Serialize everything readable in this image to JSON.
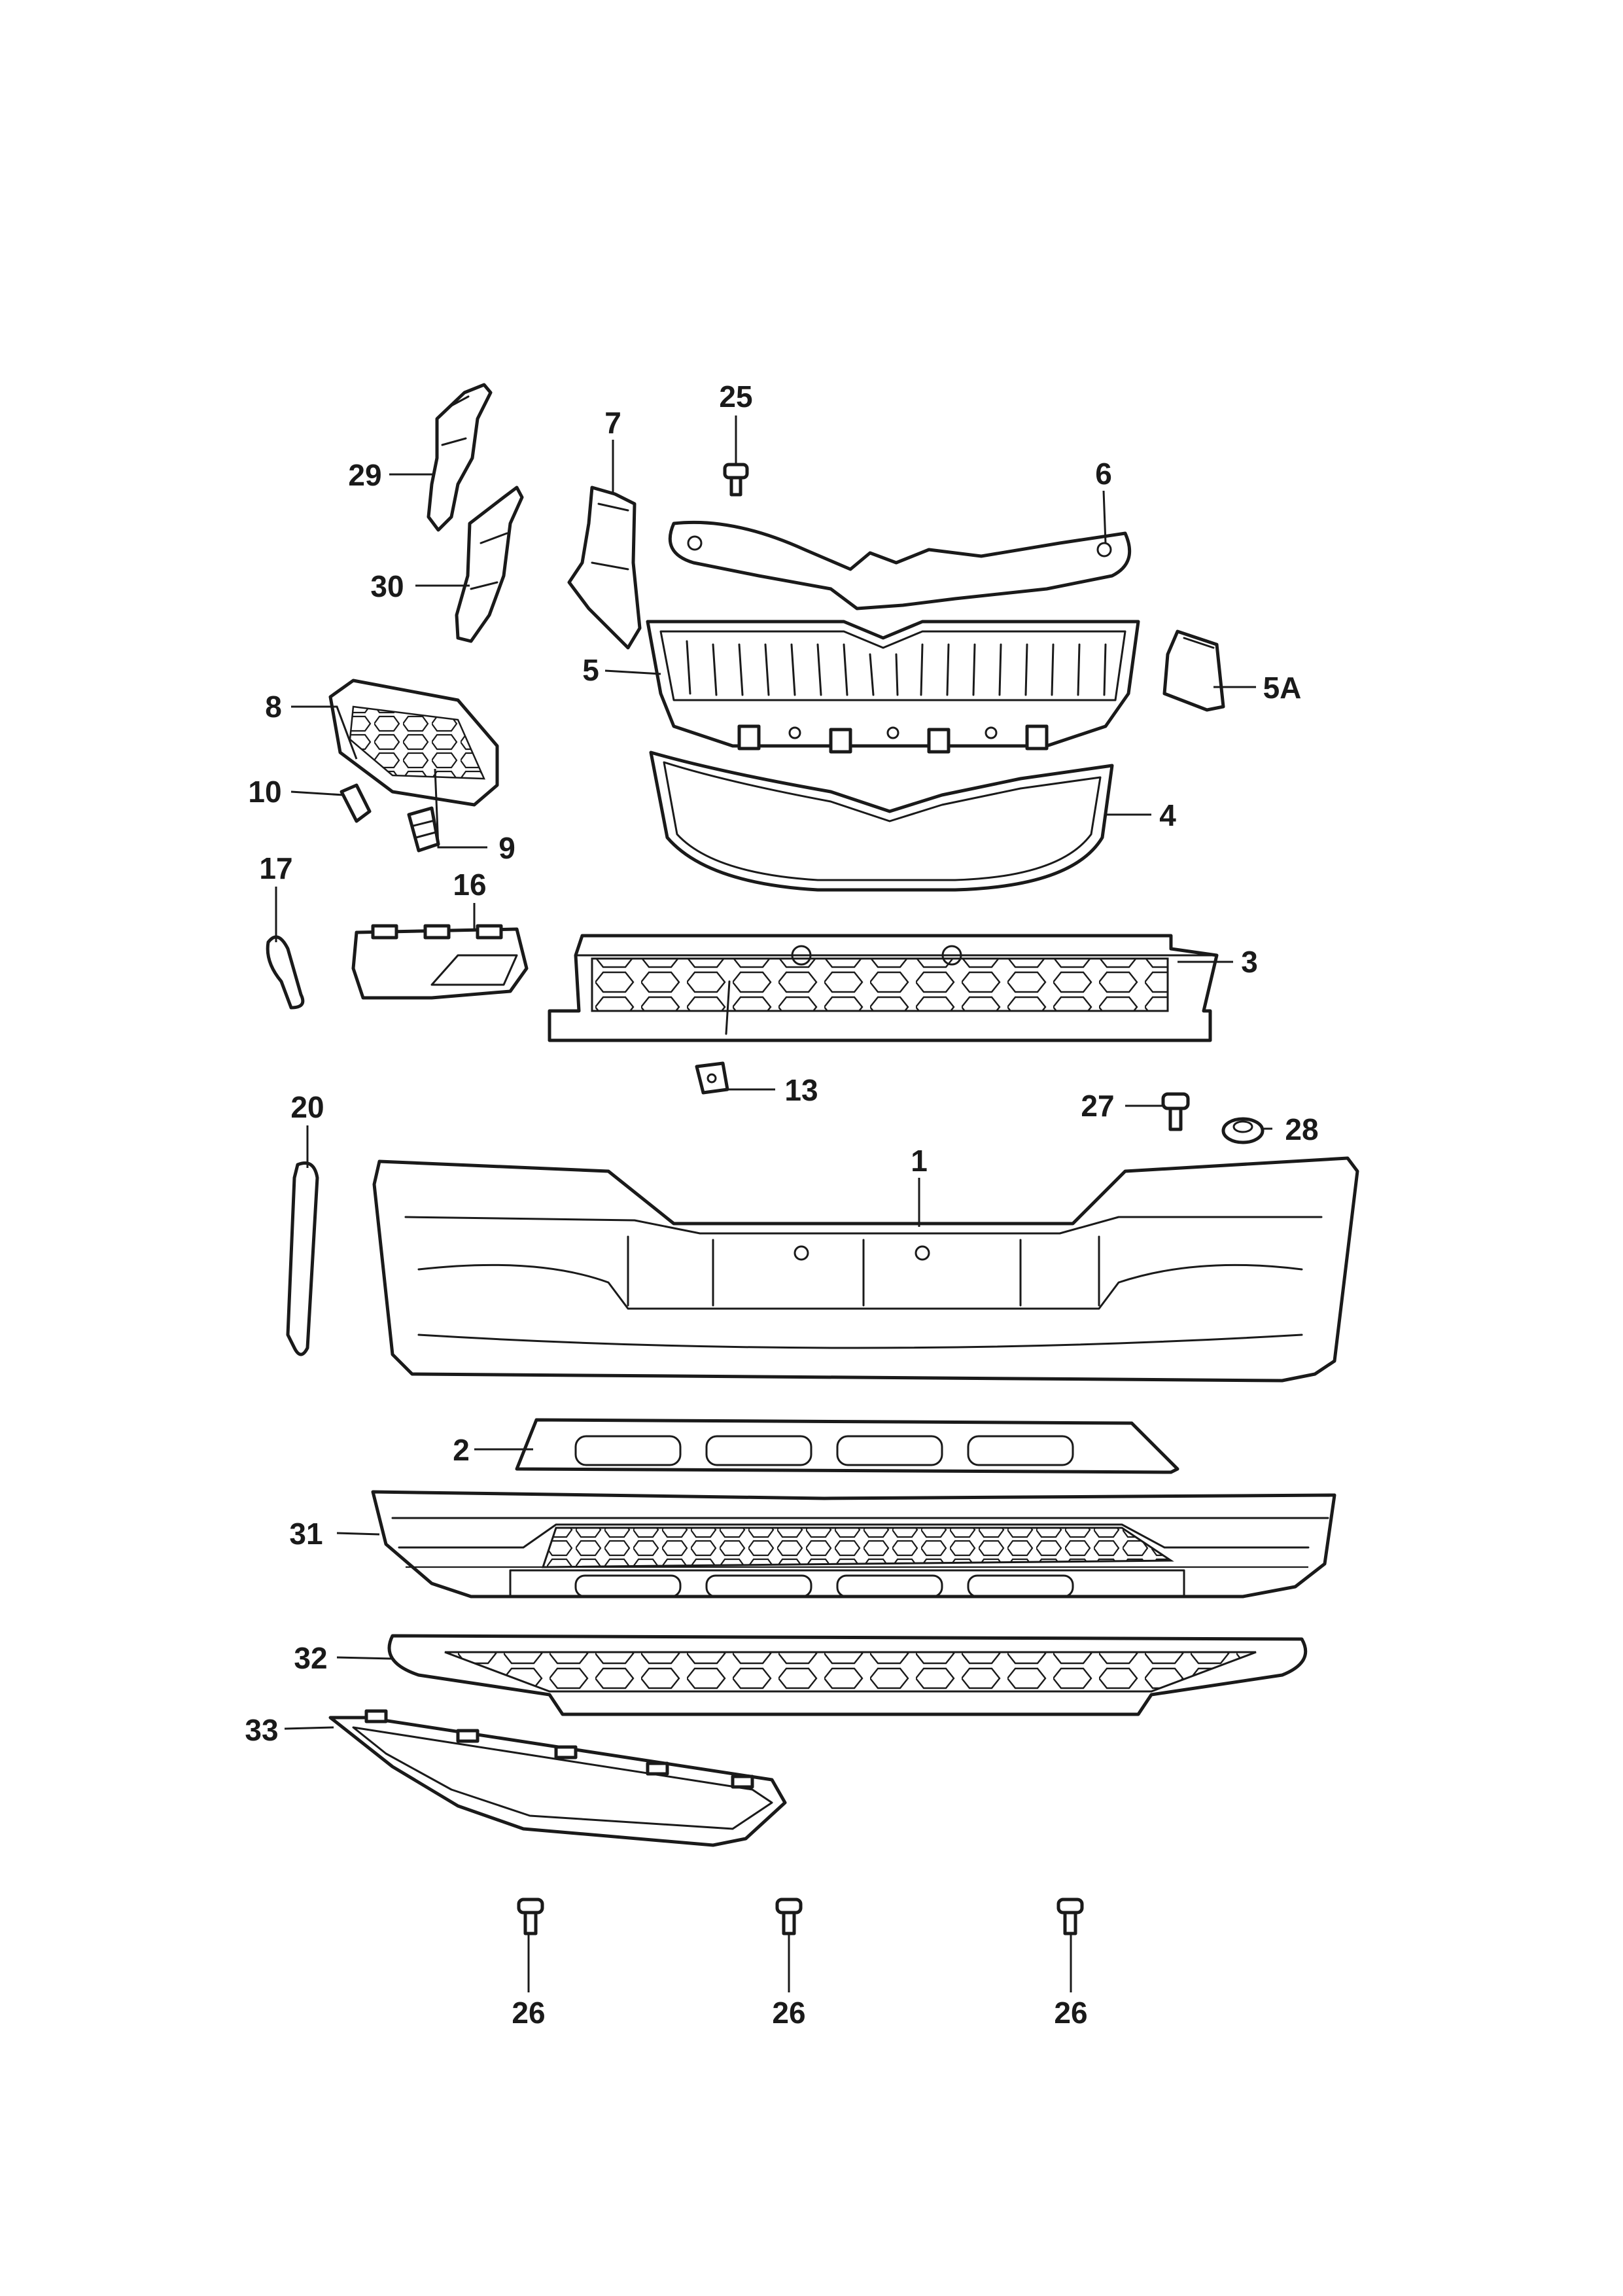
{
  "diagram": {
    "callouts": {
      "c1": "1",
      "c2": "2",
      "c3": "3",
      "c4": "4",
      "c5": "5",
      "c5a": "5A",
      "c6": "6",
      "c7": "7",
      "c8": "8",
      "c9": "9",
      "c10": "10",
      "c13": "13",
      "c16": "16",
      "c17": "17",
      "c20": "20",
      "c25": "25",
      "c26a": "26",
      "c26b": "26",
      "c26c": "26",
      "c27": "27",
      "c28": "28",
      "c29": "29",
      "c30": "30",
      "c31": "31",
      "c32": "32",
      "c33": "33"
    }
  }
}
